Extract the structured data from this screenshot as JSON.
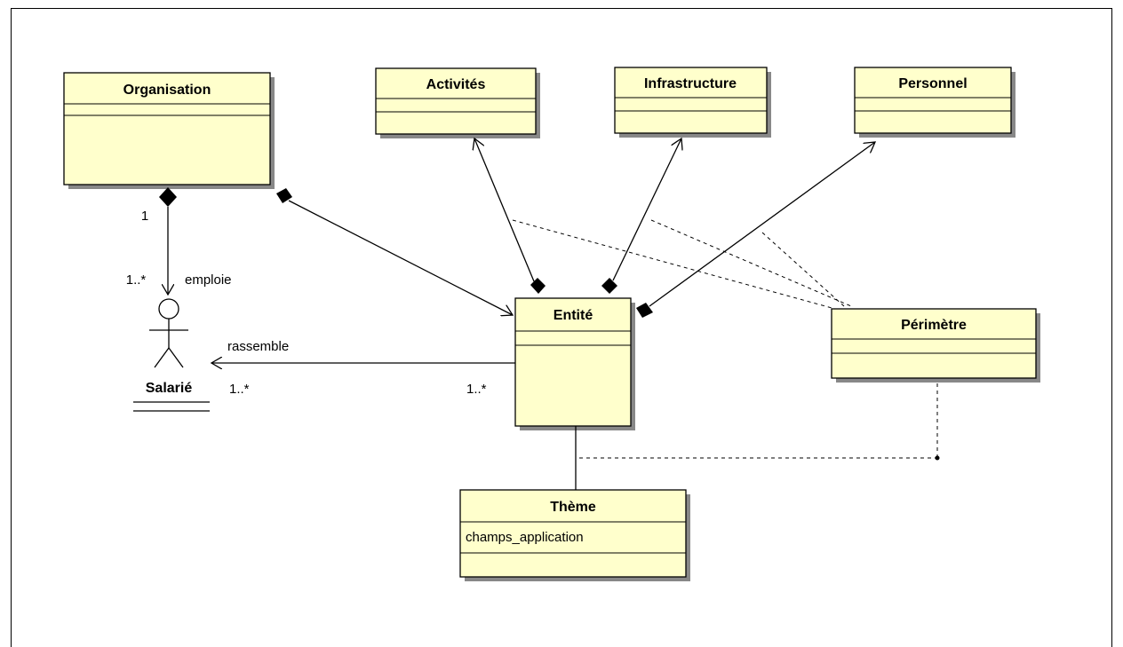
{
  "classes": {
    "organisation": {
      "name": "Organisation"
    },
    "activites": {
      "name": "Activités"
    },
    "infrastructure": {
      "name": "Infrastructure"
    },
    "personnel": {
      "name": "Personnel"
    },
    "entite": {
      "name": "Entité"
    },
    "perimetre": {
      "name": "Périmètre"
    },
    "theme": {
      "name": "Thème",
      "attribute": "champs_application"
    }
  },
  "actor": {
    "name": "Salarié"
  },
  "labels": {
    "org_multiplicity": "1",
    "salarie_multiplicity_emploie": "1..*",
    "emploie": "emploie",
    "rassemble": "rassemble",
    "salarie_multiplicity_rassemble": "1..*",
    "entite_multiplicity": "1..*"
  },
  "colors": {
    "class_fill": "#ffffcc",
    "class_border": "#000000",
    "shadow": "#888888",
    "line": "#000000"
  }
}
